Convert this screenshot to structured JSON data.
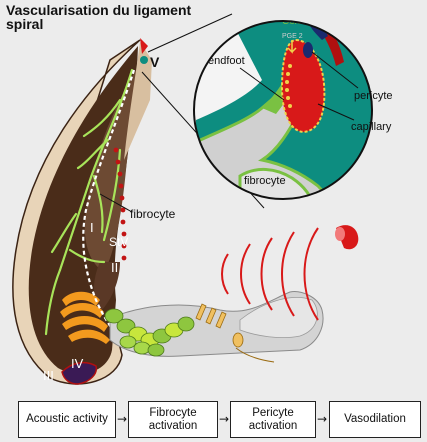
{
  "title": "Vascularisation du ligament spiral",
  "labels": {
    "v": "V",
    "i": "I",
    "ii": "II",
    "iii": "III",
    "iv": "IV",
    "stv": "StV",
    "fibrocyte_main": "fibrocyte",
    "cox1": "Cox1",
    "pge2": "PGE 2",
    "endfoot": "endfoot",
    "pericyte": "pericyte",
    "capillary": "capillary",
    "fibrocyte_inset": "fibrocyte"
  },
  "flow": [
    {
      "label": "Acoustic activity"
    },
    {
      "label": "Fibrocyte activation"
    },
    {
      "label": "Pericyte activation"
    },
    {
      "label": "Vasodilation"
    }
  ],
  "colors": {
    "background": "#ececec",
    "ligament_dark": "#3b2314",
    "ligament_mid": "#6d4a33",
    "ligament_light": "#c9a889",
    "teal": "#0d8d80",
    "vessel_green": "#a8e45a",
    "capillary_red": "#d81919",
    "sound_wave_red": "#d81919",
    "organ_grey": "#d4d4d4"
  }
}
